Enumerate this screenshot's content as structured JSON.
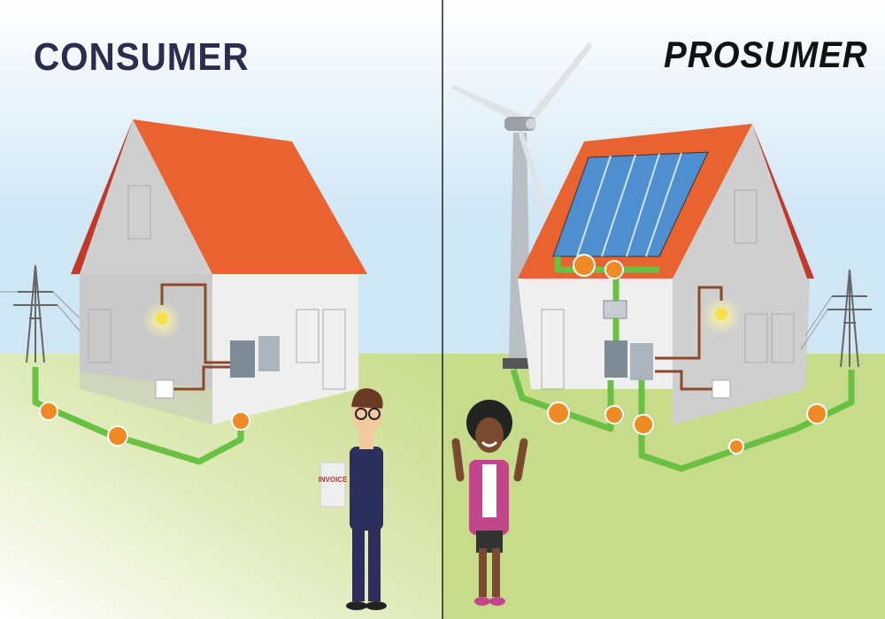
{
  "left_panel": {
    "title": "CONSUMER",
    "invoice_label": "INVOICE"
  },
  "right_panel": {
    "title": "PROSUMER"
  },
  "colors": {
    "roof": "#e8632f",
    "wall": "#d8d8d8",
    "cable": "#6ac043",
    "badge": "#f08a24",
    "sky": "#cfe6f5",
    "grass": "#c7dc8a",
    "title": "#2a2d4e"
  }
}
